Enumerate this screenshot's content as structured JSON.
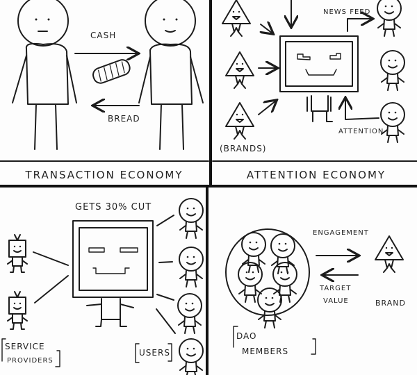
{
  "panels": {
    "transaction": {
      "caption": "TRANSACTION ECONOMY",
      "cash_label": "CASH",
      "bread_label": "BREAD"
    },
    "attention": {
      "caption": "ATTENTION ECONOMY",
      "news_feed_label": "NEWS FEED",
      "attention_label": "ATTENTION",
      "brands_label": "(BRANDS)"
    },
    "platform": {
      "cut_label": "GETS 30% CUT",
      "providers_label_1": "SERVICE",
      "providers_label_2": "PROVIDERS",
      "users_label": "USERS"
    },
    "dao": {
      "members_label_1": "DAO",
      "members_label_2": "MEMBERS",
      "engagement_label": "ENGAGEMENT",
      "target_label_1": "TARGET",
      "target_label_2": "VALUE",
      "brand_label": "BRAND"
    }
  }
}
